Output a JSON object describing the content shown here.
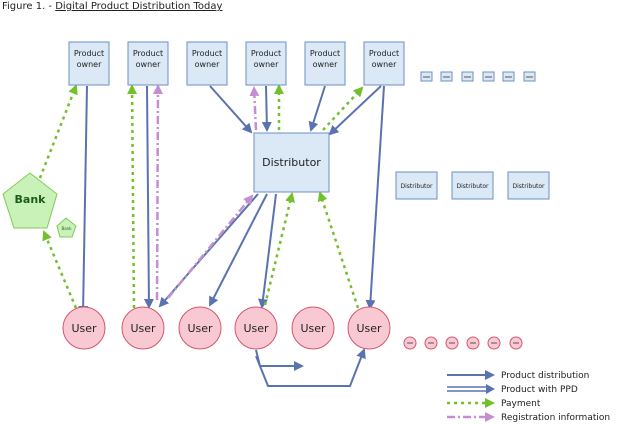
{
  "figure": {
    "label": "Figure 1. - ",
    "title": "Digital Product Distribution Today"
  },
  "colors": {
    "box_fill": "#dbe8f5",
    "box_stroke": "#6e8fc4",
    "user_fill": "#f9c9d3",
    "user_stroke": "#d2576c",
    "bank_fill": "#c9f2b9",
    "bank_stroke": "#7fcb55",
    "distribution": "#5a73b0",
    "payment": "#72c02c",
    "registration": "#c48fd1"
  },
  "product_owners": [
    {
      "label_line1": "Product",
      "label_line2": "owner"
    },
    {
      "label_line1": "Product",
      "label_line2": "owner"
    },
    {
      "label_line1": "Product",
      "label_line2": "owner"
    },
    {
      "label_line1": "Product",
      "label_line2": "owner"
    },
    {
      "label_line1": "Product",
      "label_line2": "owner"
    },
    {
      "label_line1": "Product",
      "label_line2": "owner"
    }
  ],
  "distributor": {
    "label": "Distributor"
  },
  "small_distributors": [
    {
      "label": "Distributor"
    },
    {
      "label": "Distributor"
    },
    {
      "label": "Distributor"
    }
  ],
  "bank": {
    "label": "Bank",
    "small_label": "Bank"
  },
  "users": [
    {
      "label": "User"
    },
    {
      "label": "User"
    },
    {
      "label": "User"
    },
    {
      "label": "User"
    },
    {
      "label": "User"
    },
    {
      "label": "User"
    }
  ],
  "legend": [
    {
      "label": "Product distribution",
      "style": "distribution"
    },
    {
      "label": "Product with PPD",
      "style": "ppd"
    },
    {
      "label": "Payment",
      "style": "payment"
    },
    {
      "label": "Registration information",
      "style": "registration"
    }
  ]
}
